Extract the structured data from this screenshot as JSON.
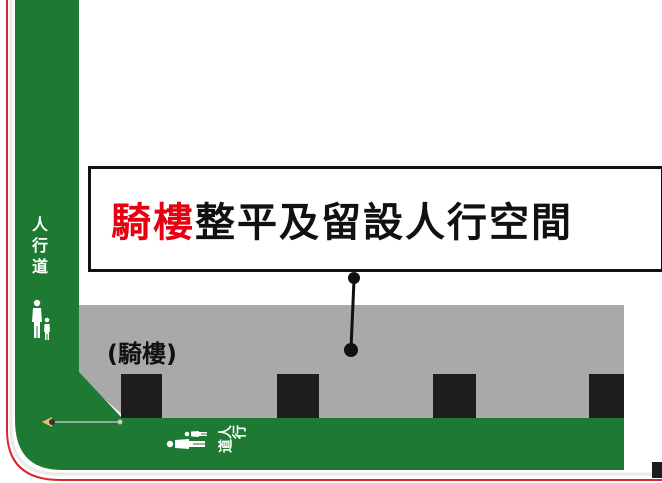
{
  "colors": {
    "sidewalk_green": "#1e7a32",
    "arcade_gray": "#a9a9a9",
    "pillar_black": "#1d1d1d",
    "highlight_red": "#e60012",
    "curb_red": "#d9262b"
  },
  "title": {
    "highlight": "騎樓",
    "rest": "整平及留設人行空間"
  },
  "arcade_label": "(騎樓)",
  "sidewalk_label_vertical": [
    "人",
    "行",
    "道"
  ],
  "sidewalk_label_horizontal": "人行道",
  "icons": [
    "pedestrians-icon",
    "pedestrians-icon",
    "streetlight-icon"
  ]
}
